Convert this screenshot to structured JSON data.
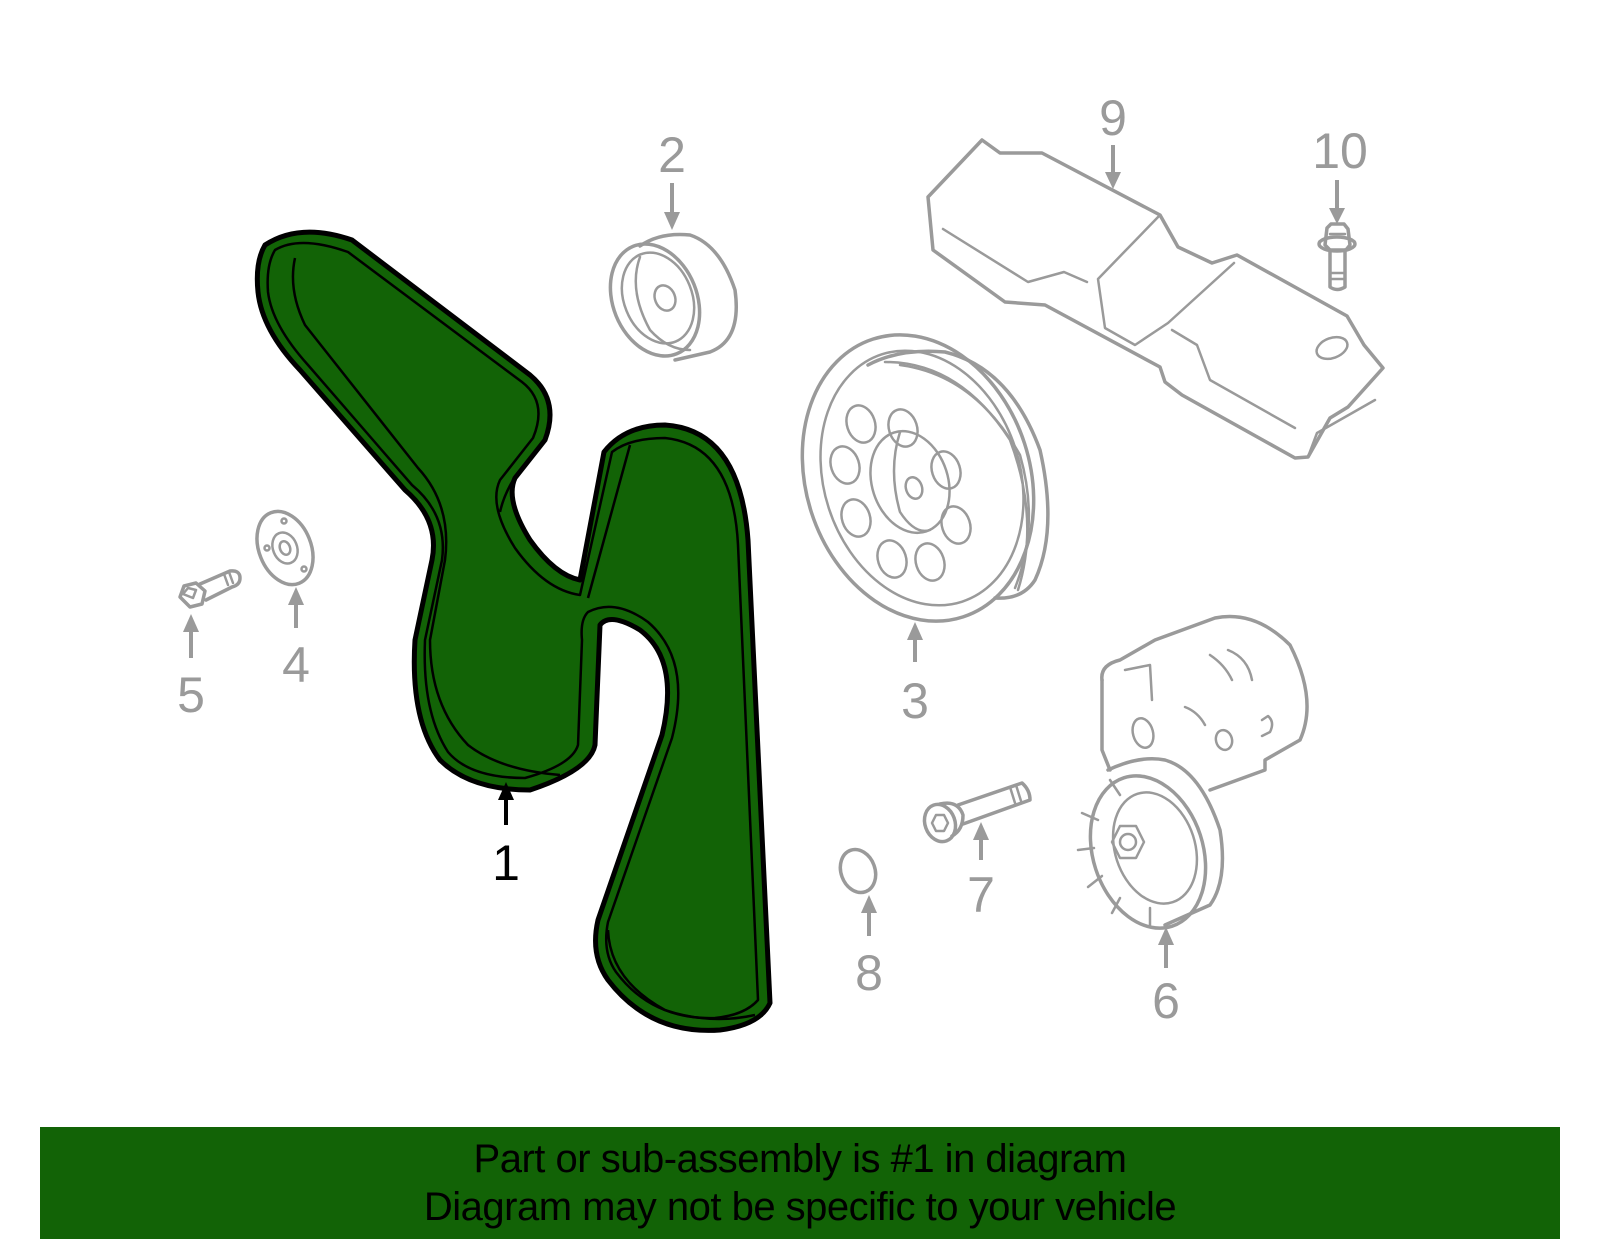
{
  "diagram": {
    "highlighted_part": "1",
    "colors": {
      "highlight_fill": "#126306",
      "highlight_stroke": "#000000",
      "part_stroke": "#9a9a9a",
      "background": "#ffffff"
    },
    "callouts": [
      {
        "number": "1",
        "part": "serpentine-belt",
        "highlighted": true
      },
      {
        "number": "2",
        "part": "idler-pulley",
        "highlighted": false
      },
      {
        "number": "3",
        "part": "crankshaft-pulley",
        "highlighted": false
      },
      {
        "number": "4",
        "part": "pulley-cover-plate",
        "highlighted": false
      },
      {
        "number": "5",
        "part": "flange-bolt",
        "highlighted": false
      },
      {
        "number": "6",
        "part": "belt-tensioner",
        "highlighted": false
      },
      {
        "number": "7",
        "part": "socket-head-bolt",
        "highlighted": false
      },
      {
        "number": "8",
        "part": "o-ring",
        "highlighted": false
      },
      {
        "number": "9",
        "part": "mounting-bracket",
        "highlighted": false
      },
      {
        "number": "10",
        "part": "bracket-bolt",
        "highlighted": false
      }
    ]
  },
  "banner": {
    "line1": "Part or sub-assembly is #1 in diagram",
    "line2": "Diagram may not be specific to your vehicle",
    "background": "#126306"
  }
}
